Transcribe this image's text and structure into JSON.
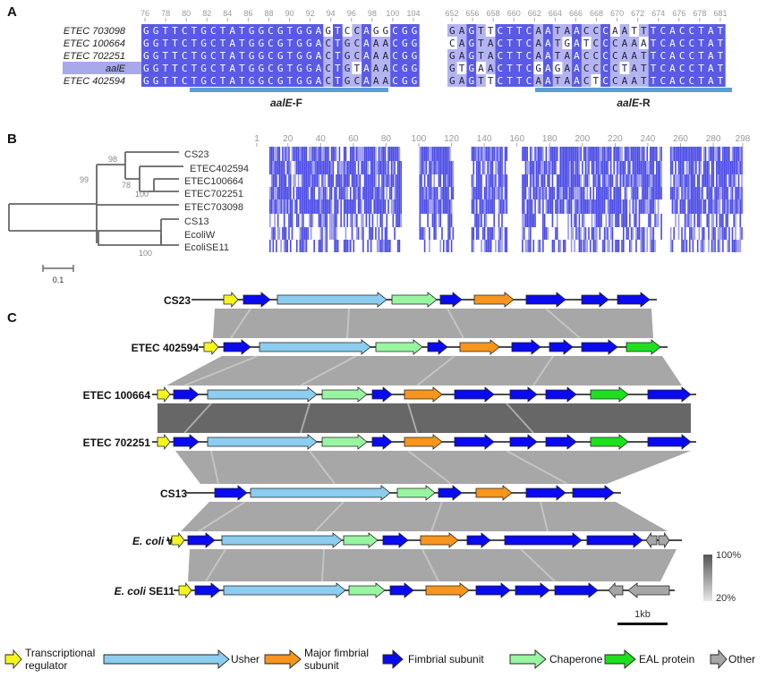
{
  "panel_labels": {
    "a": "A",
    "b": "B",
    "c": "C"
  },
  "colors": {
    "transcriptional": "#f5f51e",
    "usher": "#8ccdf0",
    "major": "#f7951d",
    "fimbrial": "#0a0af0",
    "chaperone": "#98f5a0",
    "eal": "#1ee01e",
    "other": "#a6a6a6",
    "align_dark": "#5a5ae6",
    "align_light": "#b4b4f0",
    "primer": "#5a9fd4"
  },
  "alignment": {
    "rows": [
      "ETEC 703098",
      "ETEC 100664",
      "ETEC 702251",
      "aalE",
      "ETEC 402594"
    ],
    "left_ticks": [
      "76",
      "78",
      "80",
      "82",
      "84",
      "86",
      "88",
      "90",
      "92",
      "94",
      "96",
      "98",
      "100",
      "104"
    ],
    "right_ticks": [
      "652",
      "656",
      "658",
      "660",
      "662",
      "664",
      "666",
      "668",
      "670",
      "672",
      "674",
      "676",
      "678",
      "681"
    ],
    "left_seqs": [
      "GGTTCTGCTATGGCGTGGAGTCCAGGCGG",
      "GGTTCTGCTATGGCGTGGACTGCAAACGG",
      "GGTTCTGCTATGGCGTGGACTGCAAACGG",
      "GGTTCTGCTATGGCGTGGACTGTAAACGG",
      "GGTTCTGCTATGGCGTGGACTGCAAACGG"
    ],
    "right_seqs": [
      "GAGTTCTTCAATAACCCAATTTCACCTAT",
      "CAGTACTTCAATGATCCCAAATCACCTAT",
      "GAGTACTTCAATAACCCCAATTCACCTAT",
      "GTGAACTTCGAGAACCCCTATTCACCTAT",
      "GAGTTCTTCAATAACTCCAATTCACCTAT"
    ],
    "primer_f": {
      "name": "aalE",
      "suffix": "-F"
    },
    "primer_r": {
      "name": "aalE",
      "suffix": "-R"
    }
  },
  "tree": {
    "taxa": [
      "CS23",
      "ETEC402594",
      "ETEC100664",
      "ETEC702251",
      "ETEC703098",
      "CS13",
      "EcoliW",
      "EcoliSE11"
    ],
    "bootstraps": [
      "98",
      "99",
      "78",
      "100",
      "100"
    ],
    "scale": "0.1"
  },
  "heatmap": {
    "ticks": [
      "1",
      "20",
      "40",
      "60",
      "80",
      "100",
      "120",
      "140",
      "160",
      "180",
      "200",
      "220",
      "240",
      "260",
      "280",
      "298"
    ]
  },
  "clusters": [
    {
      "label": "CS23",
      "italic": "",
      "tail": ""
    },
    {
      "label": "ETEC 402594",
      "italic": "",
      "tail": ""
    },
    {
      "label": "ETEC 100664",
      "italic": "",
      "tail": ""
    },
    {
      "label": "ETEC 702251",
      "italic": "",
      "tail": ""
    },
    {
      "label": "CS13",
      "italic": "",
      "tail": ""
    },
    {
      "label": "",
      "italic": "E. coli",
      "tail": " W"
    },
    {
      "label": "",
      "italic": "E. coli",
      "tail": " SE11"
    }
  ],
  "identity_scale": {
    "high": "100%",
    "low": "20%"
  },
  "scale_bar": "1kb",
  "legend": [
    {
      "key": "transcriptional",
      "line1": "Transcriptional",
      "line2": "regulator"
    },
    {
      "key": "usher",
      "line1": "Usher",
      "line2": ""
    },
    {
      "key": "major",
      "line1": "Major fimbrial",
      "line2": "subunit"
    },
    {
      "key": "fimbrial",
      "line1": "Fimbrial subunit",
      "line2": ""
    },
    {
      "key": "chaperone",
      "line1": "Chaperone",
      "line2": ""
    },
    {
      "key": "eal",
      "line1": "EAL protein",
      "line2": ""
    },
    {
      "key": "other",
      "line1": "Other",
      "line2": ""
    }
  ]
}
